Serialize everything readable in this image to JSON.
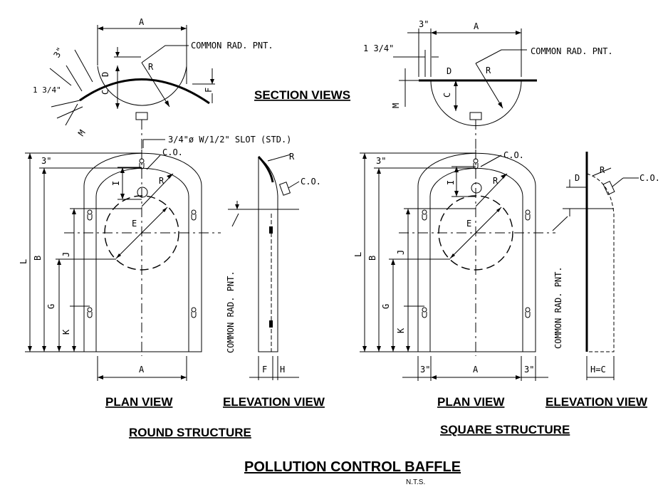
{
  "title": "POLLUTION CONTROL BAFFLE",
  "scale_note": "N.T.S.",
  "section_views_label": "SECTION VIEWS",
  "round": {
    "plan_view": "PLAN VIEW",
    "elevation_view": "ELEVATION VIEW",
    "structure": "ROUND STRUCTURE"
  },
  "square": {
    "plan_view": "PLAN VIEW",
    "elevation_view": "ELEVATION VIEW",
    "structure": "SQUARE STRUCTURE"
  },
  "callouts": {
    "common_rad_pnt": "COMMON RAD. PNT.",
    "slot_std": "3/4\"ø W/1/2\" SLOT (STD.)",
    "co": "C.O."
  },
  "dims": {
    "A": "A",
    "B": "B",
    "C": "C",
    "D": "D",
    "E": "E",
    "F": "F",
    "G": "G",
    "H": "H",
    "I": "I",
    "J": "J",
    "K": "K",
    "L": "L",
    "M": "M",
    "R": "R",
    "h_eq_c": "H=C",
    "three_in": "3\"",
    "one_three_quarter": "1 3/4\""
  }
}
